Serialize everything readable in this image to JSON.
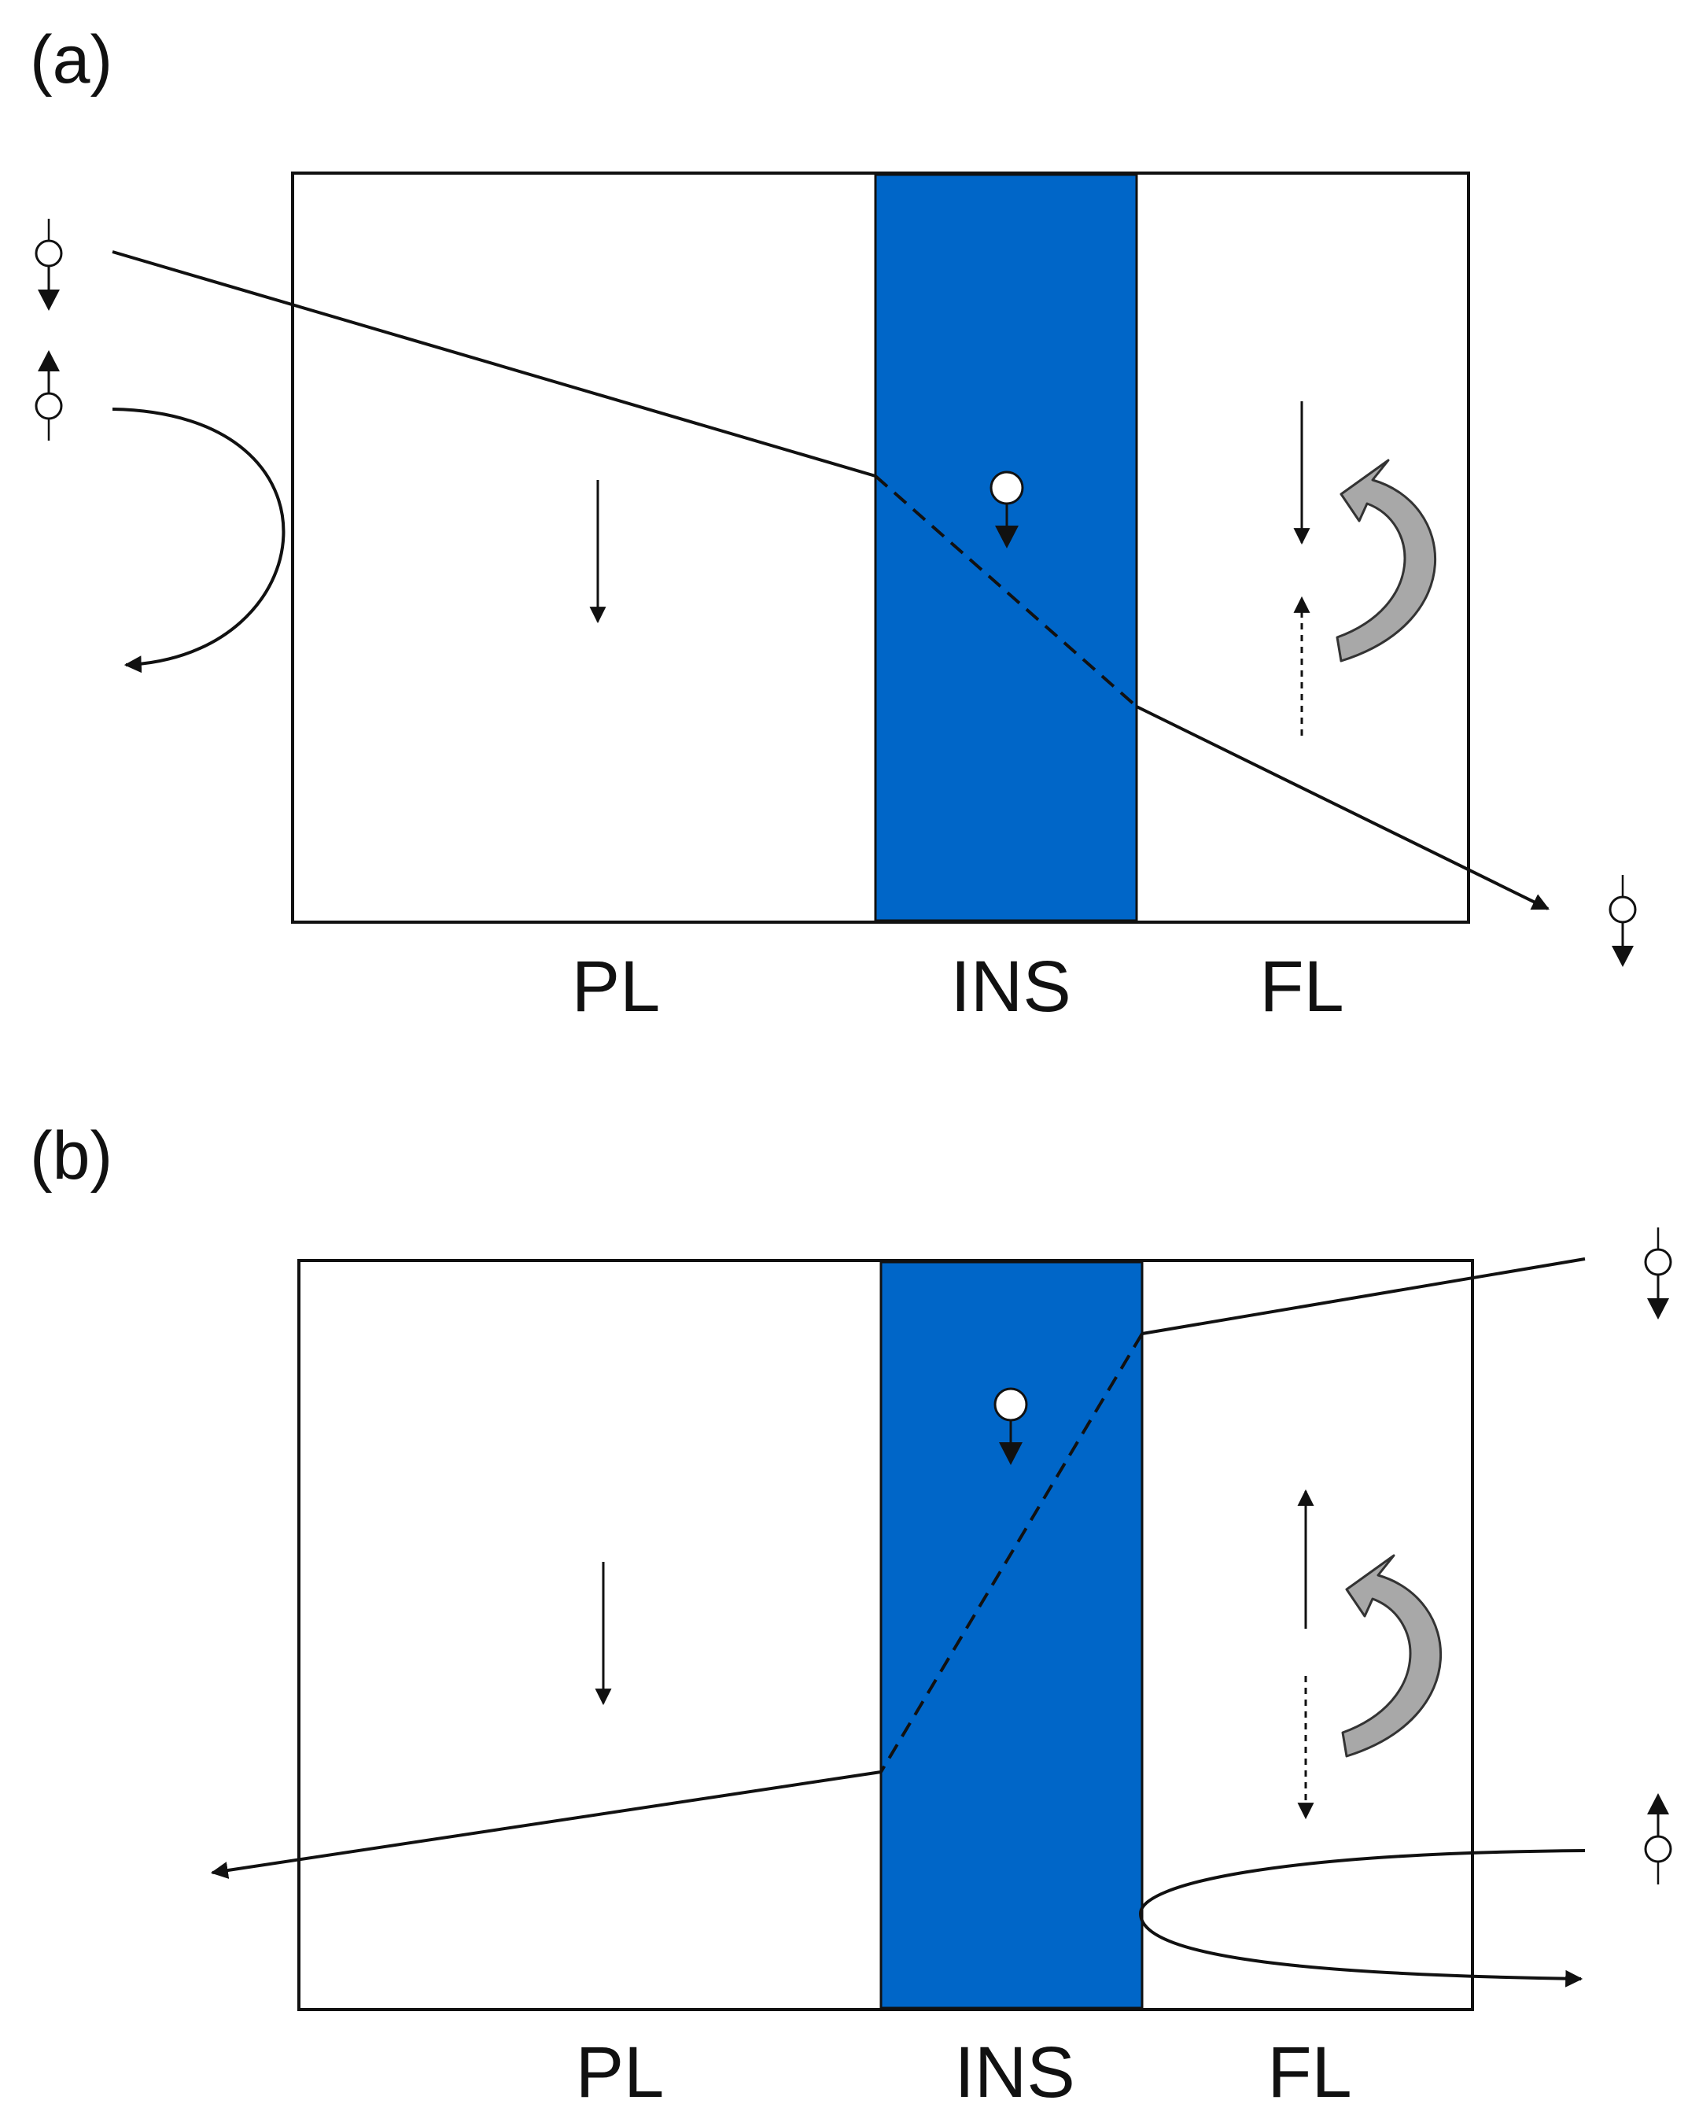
{
  "panels": [
    {
      "label": "(a)",
      "layers": [
        "PL",
        "INS",
        "FL"
      ]
    },
    {
      "label": "(b)",
      "layers": [
        "PL",
        "INS",
        "FL"
      ]
    }
  ],
  "colors": {
    "insulator": "#0066c8",
    "stroke": "#111111",
    "curved_arrow_fill": "#a8a8a8",
    "electron_fill": "#ffffff"
  },
  "icons": [
    "electron-spin-down-icon",
    "electron-spin-up-icon",
    "curved-rotation-arrow-icon"
  ]
}
